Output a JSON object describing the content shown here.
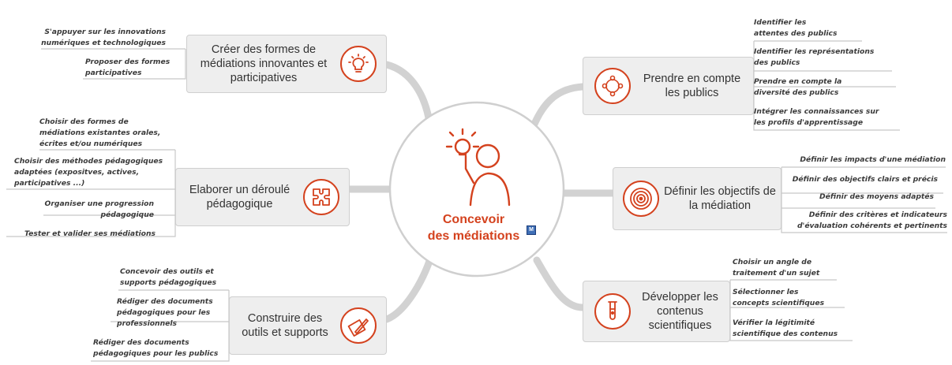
{
  "center": {
    "title": "Concevoir\ndes médiations",
    "badge": "M",
    "icon": "person-lightbulb-icon"
  },
  "colors": {
    "accent": "#d4421e",
    "branch": "#cfcfcf",
    "node_bg": "#eeeeee"
  },
  "branches": {
    "creer": {
      "label": "Créer des formes de médiations innovantes et participatives",
      "icon": "lightbulb-icon",
      "items": [
        "S'appuyer sur les innovations\nnumériques et technologiques",
        "Proposer des formes\nparticipatives"
      ]
    },
    "elaborer": {
      "label": "Elaborer un déroulé pédagogique",
      "icon": "puzzle-icon",
      "items": [
        "Choisir des formes de\nmédiations existantes orales,\nécrites et/ou numériques",
        "Choisir des méthodes pédagogiques\nadaptées (expositves, actives,\nparticipatives ...)",
        "Organiser une progression\npédagogique",
        "Tester et valider ses médiations"
      ]
    },
    "construire": {
      "label": "Construire des outils et supports",
      "icon": "pencil-note-icon",
      "items": [
        "Concevoir des outils et\nsupports pédagogiques",
        "Rédiger des documents\npédagogiques pour les\nprofessionnels",
        "Rédiger des documents\npédagogiques pour les publics"
      ]
    },
    "prendre": {
      "label": "Prendre en compte les publics",
      "icon": "people-circle-icon",
      "items": [
        "Identifier les\nattentes des publics",
        "Identifier les représentations\ndes publics",
        "Prendre en compte la\ndiversité des publics",
        "Intégrer les connaissances sur\nles profils d'apprentissage"
      ]
    },
    "definir": {
      "label": "Définir les objectifs de la médiation",
      "icon": "target-icon",
      "items": [
        "Définir les impacts d'une médiation",
        "Définir des objectifs clairs et précis",
        "Définir des moyens adaptés",
        "Définir des critères et indicateurs\nd'évaluation cohérents et pertinents"
      ]
    },
    "developper": {
      "label": "Développer les contenus scientifiques",
      "icon": "test-tube-icon",
      "items": [
        "Choisir un angle de\ntraitement d'un sujet",
        "Sélectionner les\nconcepts scientifiques",
        "Vérifier la légitimité\nscientifique des contenus"
      ]
    }
  }
}
